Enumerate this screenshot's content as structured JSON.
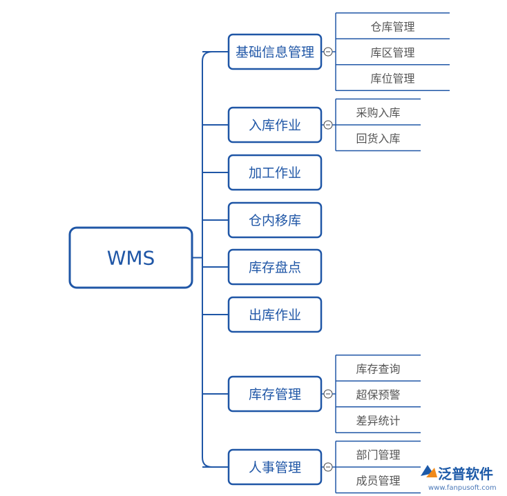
{
  "root": {
    "label": "WMS"
  },
  "branches": [
    {
      "label": "基础信息管理",
      "children": [
        "仓库管理",
        "库区管理",
        "库位管理"
      ]
    },
    {
      "label": "入库作业",
      "children": [
        "采购入库",
        "回货入库"
      ]
    },
    {
      "label": "加工作业",
      "children": []
    },
    {
      "label": "仓内移库",
      "children": []
    },
    {
      "label": "库存盘点",
      "children": []
    },
    {
      "label": "出库作业",
      "children": []
    },
    {
      "label": "库存管理",
      "children": [
        "库存查询",
        "超保预警",
        "差异统计"
      ]
    },
    {
      "label": "人事管理",
      "children": [
        "部门管理",
        "成员管理"
      ]
    }
  ],
  "watermark": {
    "name": "泛普软件",
    "url": "www.fanpusoft.com"
  },
  "colors": {
    "line": "#1f56a6",
    "root_text": "#1f56a6",
    "leaf_text": "#555555"
  }
}
